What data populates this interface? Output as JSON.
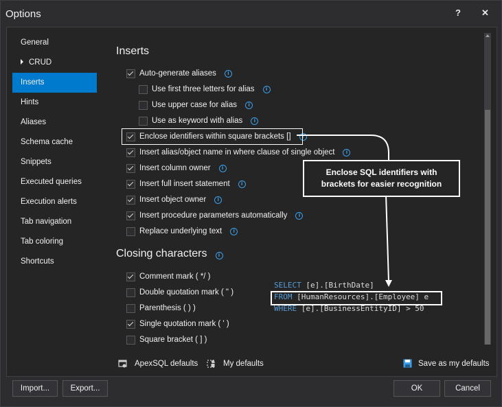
{
  "window": {
    "title": "Options",
    "help_label": "?",
    "close_label": "✕"
  },
  "nav": {
    "items": [
      {
        "label": "General"
      },
      {
        "label": "CRUD"
      },
      {
        "label": "Inserts"
      },
      {
        "label": "Hints"
      },
      {
        "label": "Aliases"
      },
      {
        "label": "Schema cache"
      },
      {
        "label": "Snippets"
      },
      {
        "label": "Executed queries"
      },
      {
        "label": "Execution alerts"
      },
      {
        "label": "Tab navigation"
      },
      {
        "label": "Tab coloring"
      },
      {
        "label": "Shortcuts"
      }
    ],
    "selected": "Inserts"
  },
  "inserts": {
    "heading": "Inserts",
    "options": [
      {
        "label": "Auto-generate aliases",
        "checked": true,
        "info": true
      },
      {
        "label": "Use first three letters for alias",
        "checked": false,
        "info": true
      },
      {
        "label": "Use upper case for alias",
        "checked": false,
        "info": true
      },
      {
        "label": "Use as keyword with alias",
        "checked": false,
        "info": true
      },
      {
        "label": "Enclose identifiers within square brackets []",
        "checked": true,
        "info": true
      },
      {
        "label": "Insert alias/object name in where clause of single object",
        "checked": true,
        "info": true
      },
      {
        "label": "Insert column owner",
        "checked": true,
        "info": true
      },
      {
        "label": "Insert full insert statement",
        "checked": true,
        "info": true
      },
      {
        "label": "Insert object owner",
        "checked": true,
        "info": true
      },
      {
        "label": "Insert procedure parameters automatically",
        "checked": true,
        "info": true
      },
      {
        "label": "Replace underlying text",
        "checked": false,
        "info": true
      }
    ]
  },
  "closing": {
    "heading": "Closing characters",
    "options": [
      {
        "label": "Comment mark ( */ )",
        "checked": true
      },
      {
        "label": "Double quotation mark ( \" )",
        "checked": false
      },
      {
        "label": "Parenthesis ( ) )",
        "checked": false
      },
      {
        "label": "Single quotation mark ( ' )",
        "checked": true
      },
      {
        "label": "Square bracket ( ] )",
        "checked": false
      }
    ]
  },
  "callout": {
    "line1": "Enclose SQL identifiers with",
    "line2": "brackets for easier recognition"
  },
  "code": {
    "line1_kw": "SELECT",
    "line1_rest": " [e].[BirthDate]",
    "line2_kw": "FROM",
    "line2_rest": " [HumanResources].[Employee] e",
    "line3_kw": "WHERE",
    "line3_rest": " [e].[BusinessEntityID] > 50"
  },
  "footer": {
    "apexsql_defaults": "ApexSQL defaults",
    "my_defaults": "My defaults",
    "save_defaults": "Save as my defaults",
    "import": "Import...",
    "export": "Export...",
    "ok": "OK",
    "cancel": "Cancel"
  },
  "colors": {
    "accent": "#007acc",
    "info": "#3c9fe8",
    "keyword": "#569cd6"
  }
}
